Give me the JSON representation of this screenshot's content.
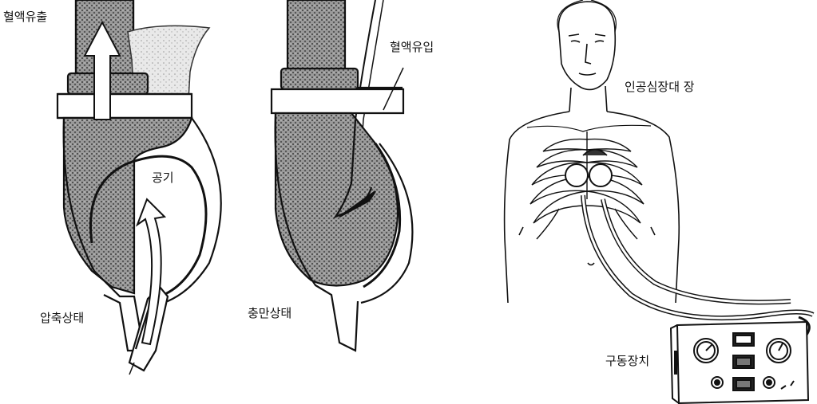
{
  "labels": {
    "blood_outflow": "혈액유출",
    "air": "공기",
    "compressed_state": "압축상태",
    "blood_inflow": "혈액유입",
    "filled_state": "충만상태",
    "implant_site": "인공심장대 장",
    "drive_unit": "구동장치"
  }
}
